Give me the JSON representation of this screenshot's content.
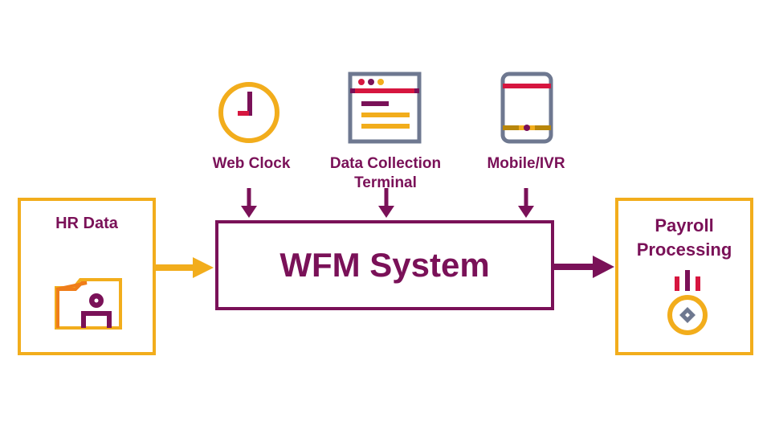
{
  "sources": [
    {
      "label": "Web Clock",
      "icon": "clock-icon"
    },
    {
      "label_line1": "Data Collection",
      "label_line2": "Terminal",
      "icon": "terminal-icon"
    },
    {
      "label": "Mobile/IVR",
      "icon": "mobile-phone-icon"
    }
  ],
  "hr": {
    "title": "HR Data",
    "icon": "folder-user-icon"
  },
  "wfm": {
    "title": "WFM System"
  },
  "payroll": {
    "title_line1": "Payroll",
    "title_line2": "Processing",
    "icon": "payroll-coin-icon"
  },
  "colors": {
    "purple": "#7a1158",
    "yellow": "#f2ad1c",
    "orange": "#ef7d1a",
    "crimson": "#d6163f",
    "slate": "#6e7890"
  }
}
